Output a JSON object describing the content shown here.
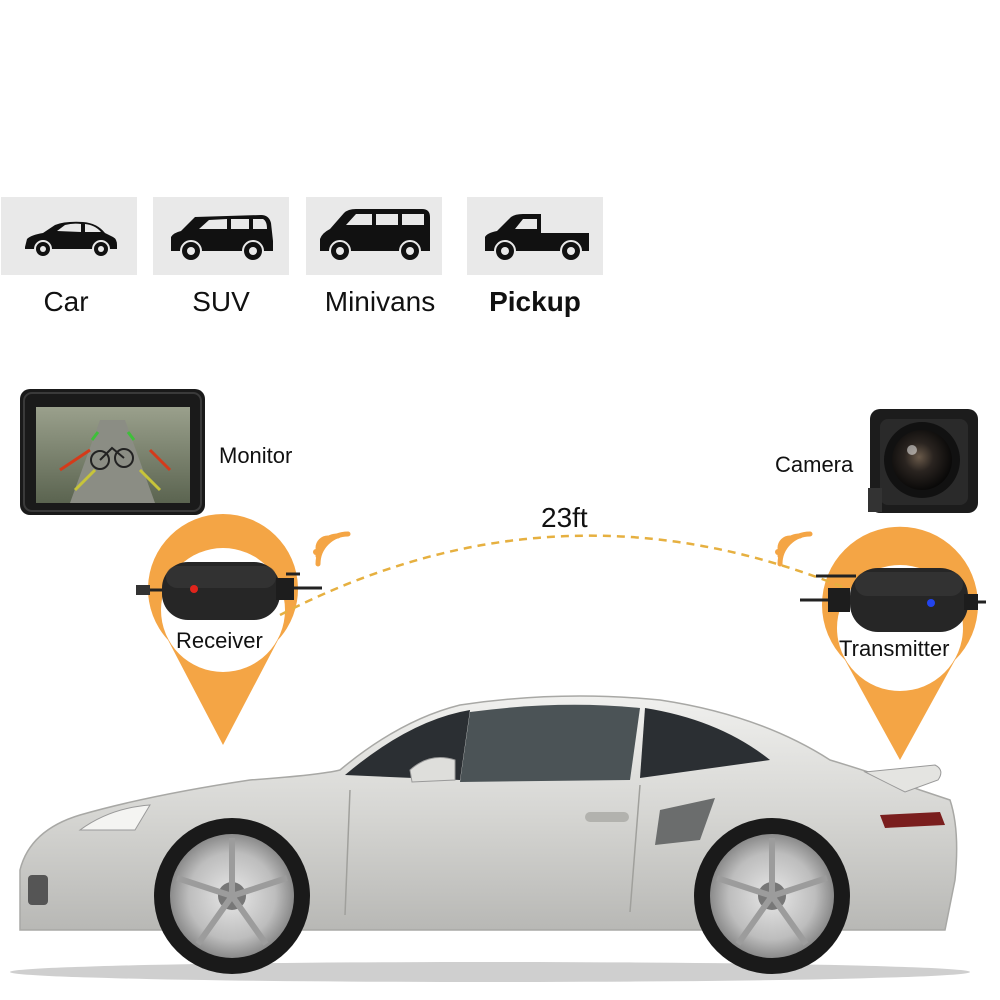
{
  "vehicle_types": [
    {
      "label": "Car",
      "icon": "car-icon"
    },
    {
      "label": "SUV",
      "icon": "suv-icon"
    },
    {
      "label": "Minivans",
      "icon": "minivan-icon"
    },
    {
      "label": "Pickup",
      "icon": "pickup-icon"
    }
  ],
  "components": {
    "monitor_label": "Monitor",
    "camera_label": "Camera",
    "receiver_label": "Receiver",
    "transmitter_label": "Transmitter"
  },
  "distance_label": "23ft",
  "colors": {
    "pin": "#f4a545",
    "link_dashes": "#e6b040",
    "tile_bg": "#e9e9e9",
    "car_body": "#d9d9d6"
  }
}
